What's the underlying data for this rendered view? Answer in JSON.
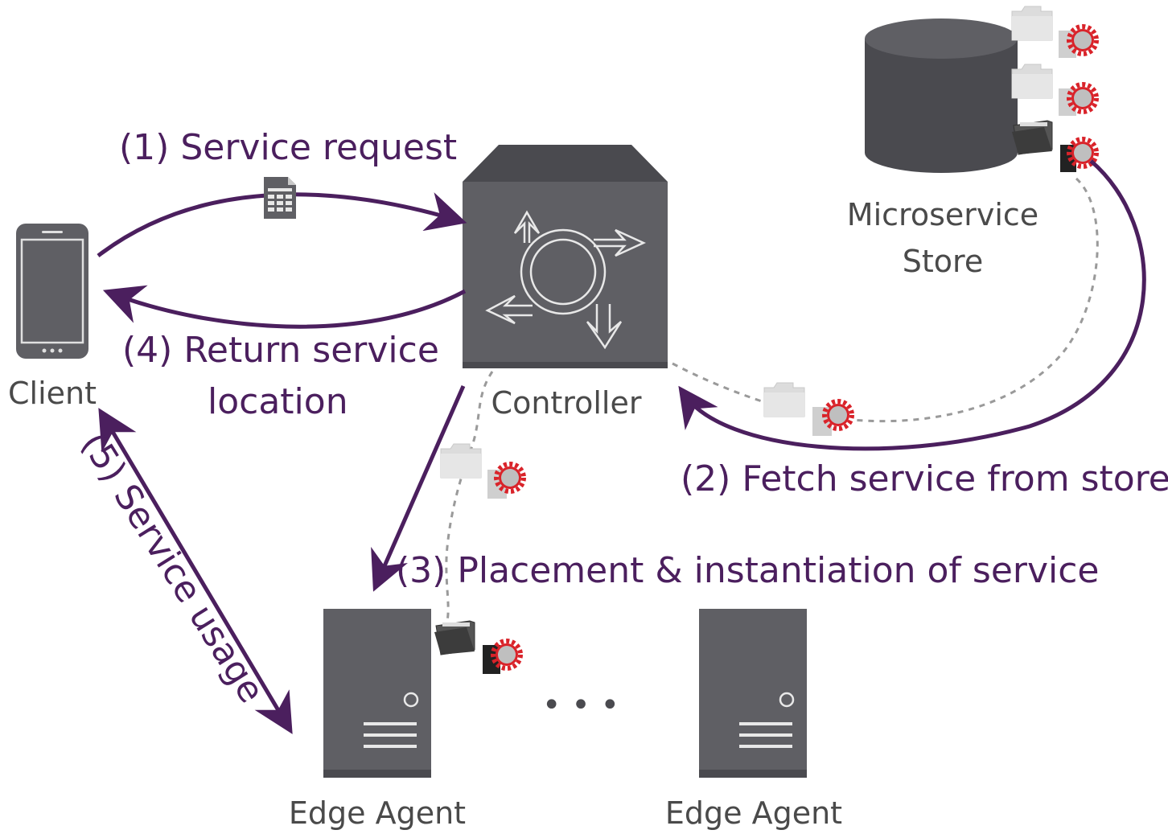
{
  "nodes": {
    "client": {
      "label": "Client"
    },
    "controller": {
      "label": "Controller"
    },
    "store": {
      "label_line1": "Microservice",
      "label_line2": "Store"
    },
    "edge_agent_1": {
      "label": "Edge Agent"
    },
    "edge_agent_2": {
      "label": "Edge Agent"
    },
    "ellipsis": "• • •"
  },
  "flows": {
    "step1": "(1) Service request",
    "step2": "(2) Fetch service from store",
    "step3": "(3) Placement & instantiation of service",
    "step4_line1": "(4) Return service",
    "step4_line2": "location",
    "step5": "(5) Service usage"
  },
  "colors": {
    "flow_arrow": "#4b1f5e",
    "device": "#5f5f64",
    "device_dark": "#4a4a4f",
    "gear": "#d9232a",
    "folder": "#dcdcdc",
    "dashed": "#9a9a9a"
  },
  "icons": {
    "client": "smartphone-icon",
    "controller": "router-controller-icon",
    "store": "database-cylinder-icon",
    "edge_agent": "server-tower-icon",
    "microservice": "folder-gear-icon",
    "request": "form-document-icon"
  }
}
